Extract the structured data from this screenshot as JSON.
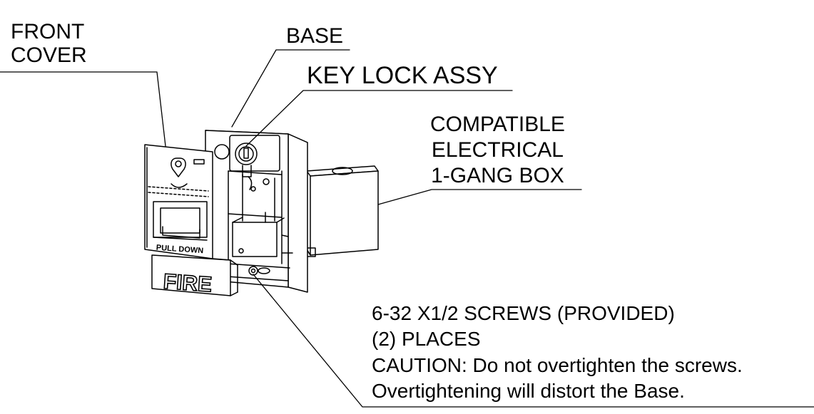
{
  "labels": {
    "front_cover": [
      "FRONT",
      "COVER"
    ],
    "base": "BASE",
    "key_lock": "KEY LOCK ASSY",
    "box": [
      "COMPATIBLE",
      "ELECTRICAL",
      "1-GANG BOX"
    ],
    "screws": [
      "6-32 X1/2 SCREWS (PROVIDED)",
      "(2) PLACES",
      "CAUTION: Do not overtighten the screws.",
      "Overtightening will distort the Base."
    ]
  },
  "device": {
    "cover_text": "FIRE",
    "pull_text": "PULL DOWN"
  }
}
